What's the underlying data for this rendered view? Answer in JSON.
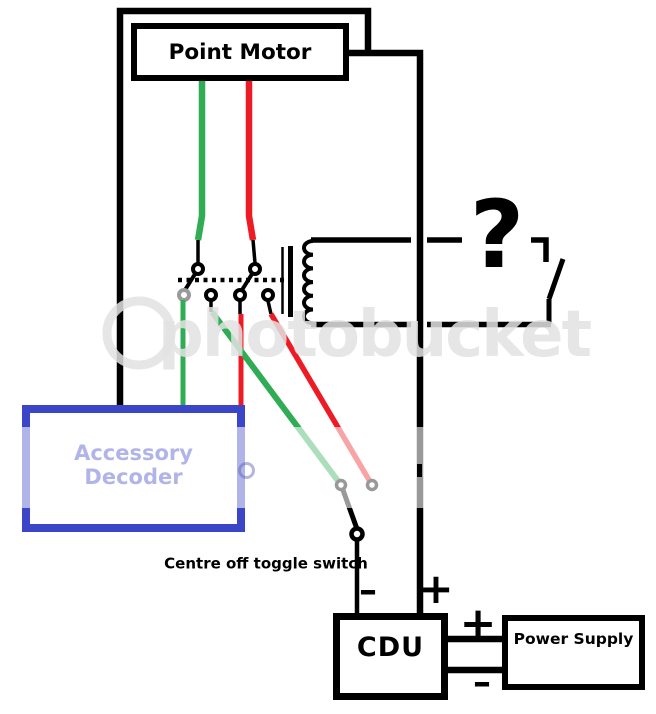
{
  "boxes": {
    "point_motor": {
      "label": "Point Motor"
    },
    "accessory_decoder": {
      "line1": "Accessory",
      "line2": "Decoder"
    },
    "cdu": {
      "label": "CDU"
    },
    "power_supply": {
      "label": "Power Supply"
    }
  },
  "annotations": {
    "toggle_switch_label": "Centre off toggle switch",
    "unknown_connection": "?",
    "cdu_input_minus": "–",
    "cdu_input_plus": "+",
    "ps_link_plus": "+",
    "ps_link_minus": "–"
  },
  "watermark": {
    "text": "photobucket"
  },
  "colors": {
    "wire-green": "#2fac54",
    "wire-red": "#ed1c24",
    "decoder-blue": "#3a45c8",
    "contact-gray": "#9a9a9a",
    "wire-black": "#000000"
  }
}
